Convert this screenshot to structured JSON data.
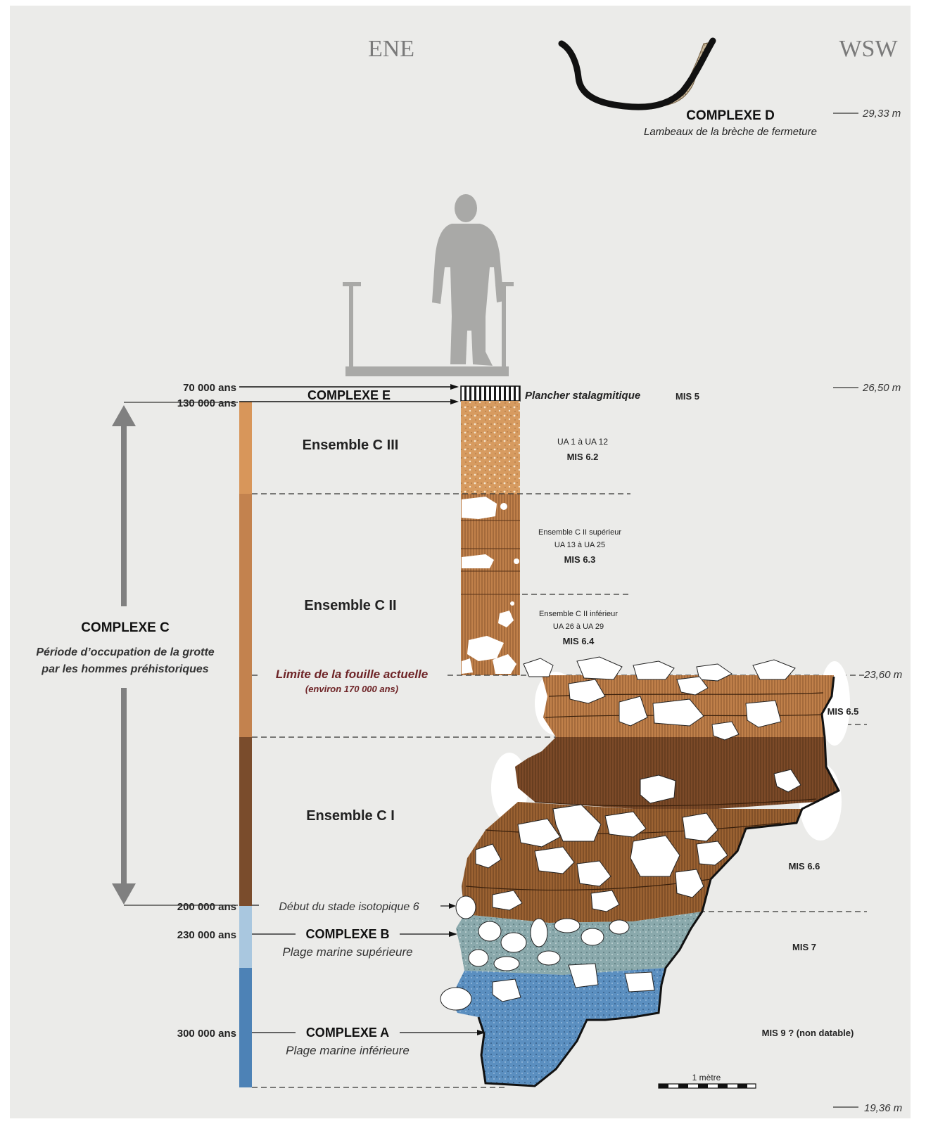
{
  "orientation": {
    "left": "ENE",
    "right": "WSW"
  },
  "complexe_d": {
    "title": "COMPLEXE  D",
    "subtitle": "Lambeaux de la brèche de fermeture"
  },
  "complexe_e": {
    "title": "COMPLEXE  E",
    "plancher": "Plancher stalagmitique",
    "mis": "MIS 5"
  },
  "ages": {
    "a70": "70 000 ans",
    "a130": "130 000 ans",
    "a200": "200 000 ans",
    "a230": "230 000 ans",
    "a300": "300 000 ans"
  },
  "elevations": {
    "e2933": "29,33 m",
    "e2650": "26,50 m",
    "e2360": "23,60 m",
    "e1936": "19,36 m"
  },
  "ensembles": {
    "c3": "Ensemble C III",
    "c2": "Ensemble C II",
    "c1": "Ensemble C I"
  },
  "c3_labels": {
    "ua": "UA 1 à UA 12",
    "mis": "MIS 6.2"
  },
  "c2_sup": {
    "name": "Ensemble C II supérieur",
    "ua": "UA 13 à UA 25",
    "mis": "MIS 6.3"
  },
  "c2_inf": {
    "name": "Ensemble C II inférieur",
    "ua": "UA 26 à UA 29",
    "mis": "MIS 6.4"
  },
  "complexe_c": {
    "title": "COMPLEXE  C",
    "desc_line1": "Période d’occupation de la grotte",
    "desc_line2": "par les hommes préhistoriques"
  },
  "limite": {
    "title": "Limite de la fouille actuelle",
    "sub": "(environ 170 000 ans)"
  },
  "debut": "Début du stade isotopique 6",
  "complexe_b": {
    "title": "COMPLEXE  B",
    "subtitle": "Plage marine supérieure"
  },
  "complexe_a": {
    "title": "COMPLEXE  A",
    "subtitle": "Plage marine inférieure"
  },
  "mis_right": {
    "m65": "MIS 6.5",
    "m66": "MIS 6.6",
    "m7": "MIS 7",
    "m9": "MIS 9 ? (non datable)"
  },
  "scale_bar": "1 mètre",
  "colors": {
    "background": "#ebebe9",
    "c3_bar": "#d8965a",
    "c2_bar": "#c3824e",
    "c1_bar": "#7a4c2c",
    "b_bar": "#a9c7df",
    "a_bar": "#4d82b6",
    "limite_text": "#6e2427",
    "arrow_grey": "#808080"
  }
}
